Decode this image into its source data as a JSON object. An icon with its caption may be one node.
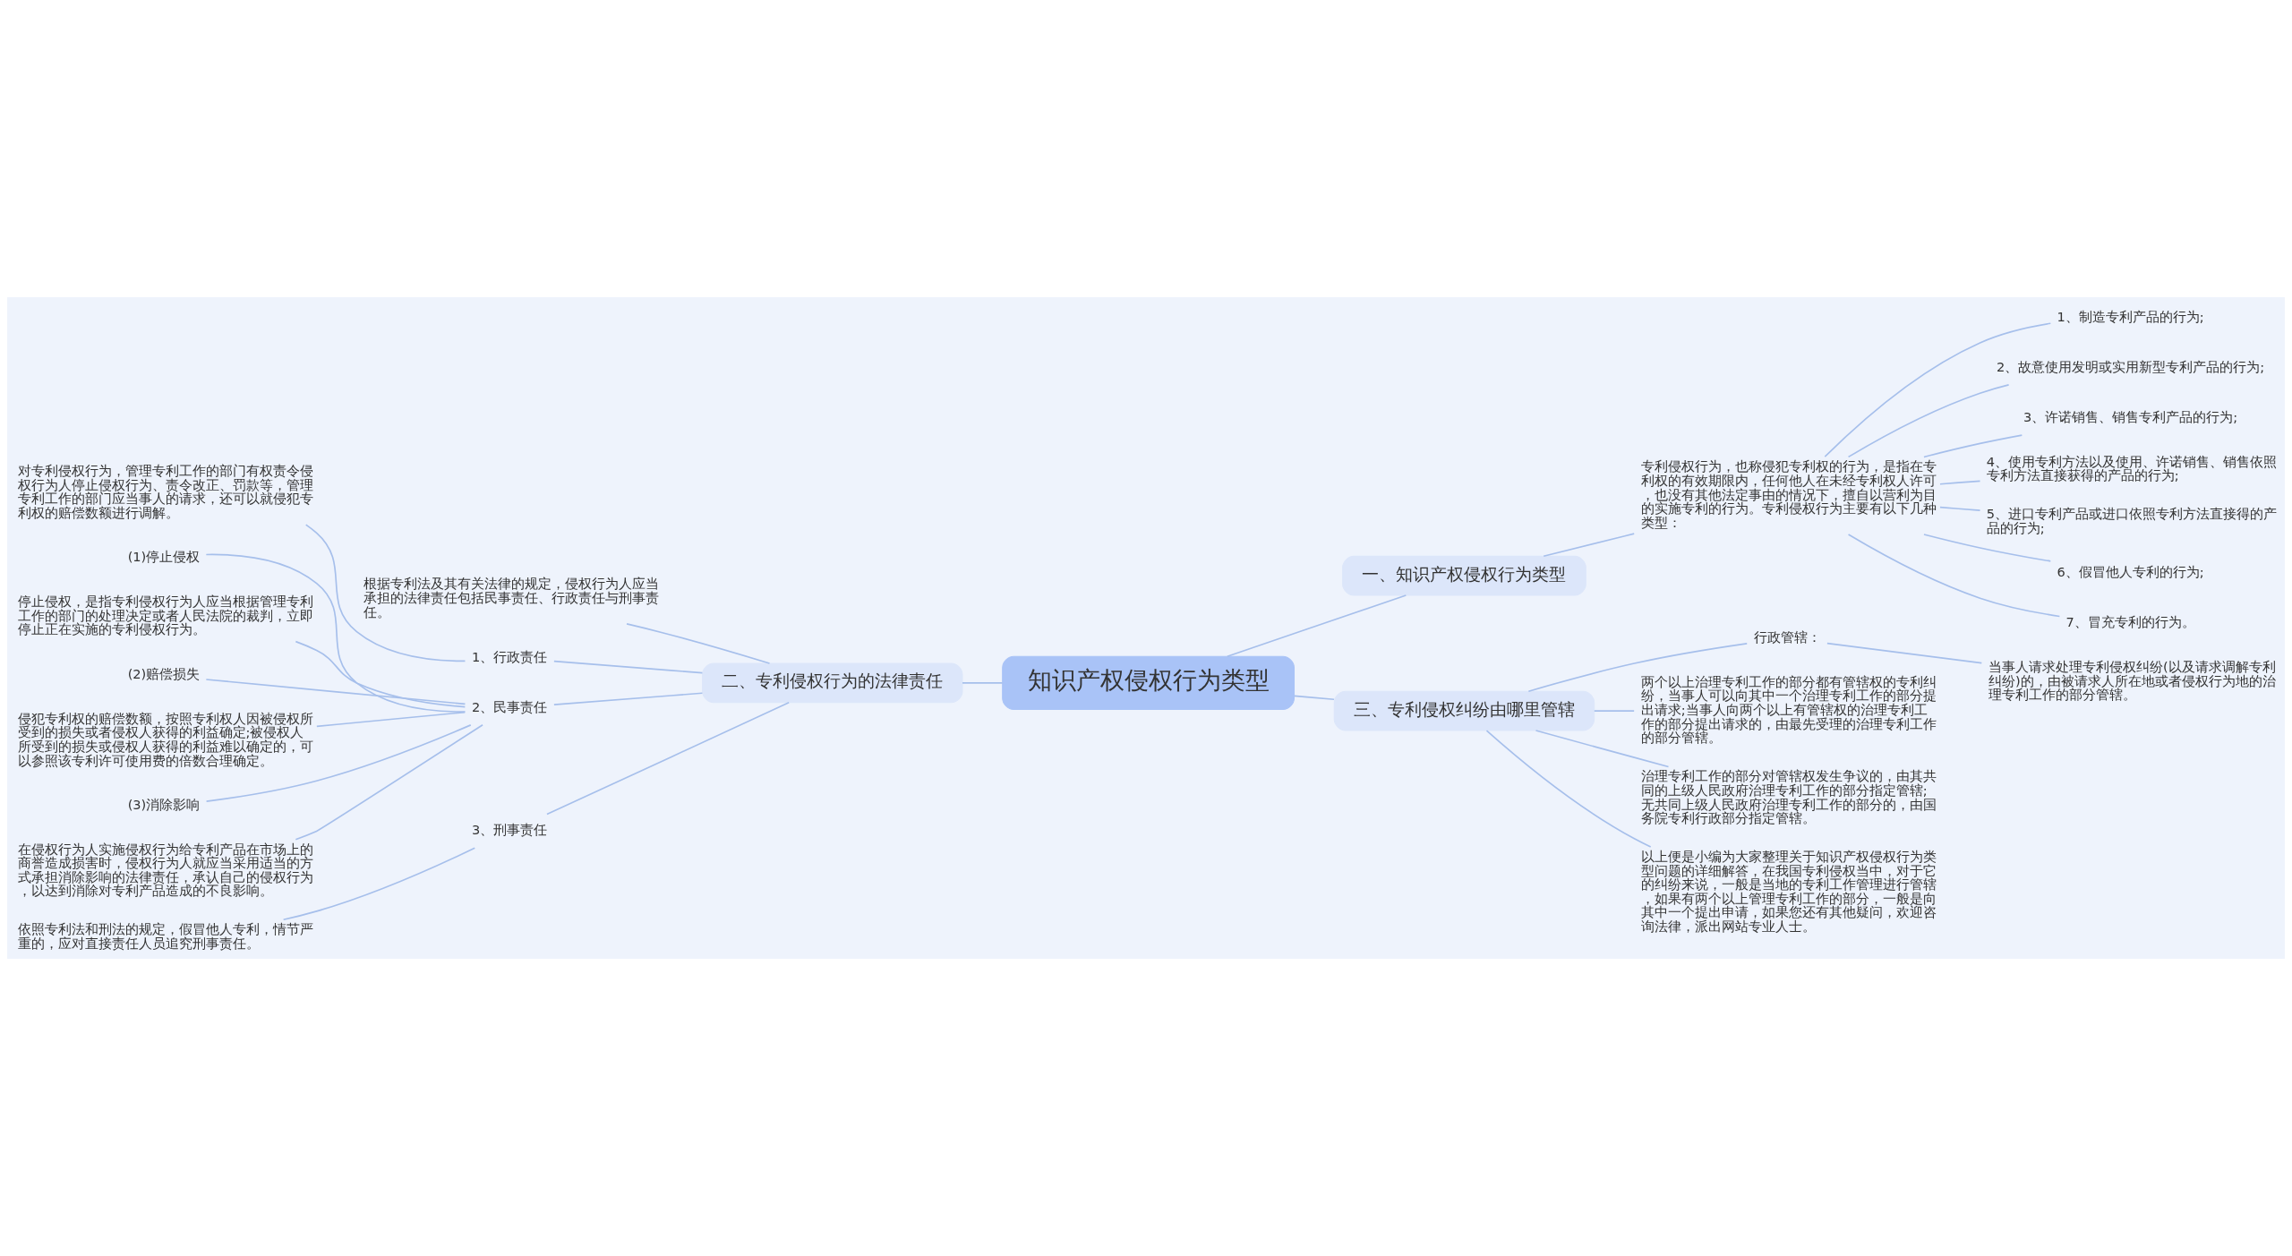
{
  "diagram": {
    "nodes": [
      {
        "text": [
          "知识产权侵权行为类型"
        ]
      },
      {
        "text": [
          "一、知识产权侵权行为类型"
        ]
      },
      {
        "text": [
          "专利侵权行为，也称侵犯专利权的行为，是指在专利权的有效期限内，任何他人在未经专利权人许可，也没有其他法定事由的情况下，擅自以营利为目的实施专利的行为。专利侵权行为主要有以下几种类型："
        ]
      },
      {
        "text": [
          "1、制造专利产品的行为;"
        ]
      },
      {
        "text": [
          "2、故意使用发明或实用新型专利产品的行为;"
        ]
      },
      {
        "text": [
          "3、许诺销售、销售专利产品的行为;"
        ]
      },
      {
        "text": [
          "4、使用专利方法以及使用、许诺销售、销售依照专利方法直接获得的产品的行为;"
        ]
      },
      {
        "text": [
          "5、进口专利产品或进口依照专利方法直接得的产品的行为;"
        ]
      },
      {
        "text": [
          "6、假冒他人专利的行为;"
        ]
      },
      {
        "text": [
          "7、冒充专利的行为。"
        ]
      },
      {
        "text": [
          "二、专利侵权行为的法律责任"
        ]
      },
      {
        "text": [
          "根据专利法及其有关法律的规定，侵权行为人应当承担的法律责任包括民事责任、行政责任与刑事责任。"
        ]
      },
      {
        "text": [
          "1、行政责任"
        ]
      },
      {
        "text": [
          "对专利侵权行为，管理专利工作的部门有权责令侵权行为人停止侵权行为、责令改正、罚款等，管理专利工作的部门应当事人的请求，还可以就侵犯专利权的赔偿数额进行调解。"
        ]
      },
      {
        "text": [
          "2、民事责任"
        ]
      },
      {
        "text": [
          "(1)停止侵权"
        ]
      },
      {
        "text": [
          "停止侵权，是指专利侵权行为人应当根据管理专利工作的部门的处理决定或者人民法院的裁判，立即停止正在实施的专利侵权行为。"
        ]
      },
      {
        "text": [
          "(2)赔偿损失"
        ]
      },
      {
        "text": [
          "侵犯专利权的赔偿数额，按照专利权人因被侵权所受到的损失或者侵权人获得的利益确定;被侵权人所受到的损失或侵权人获得的利益难以确定的，可以参照该专利许可使用费的倍数合理确定。"
        ]
      },
      {
        "text": [
          "(3)消除影响"
        ]
      },
      {
        "text": [
          "在侵权行为人实施侵权行为给专利产品在市场上的商誉造成损害时，侵权行为人就应当采用适当的方式承担消除影响的法律责任，承认自己的侵权行为，以达到消除对专利产品造成的不良影响。"
        ]
      },
      {
        "text": [
          "3、刑事责任"
        ]
      },
      {
        "text": [
          "依照专利法和刑法的规定，假冒他人专利，情节严重的，应对直接责任人员追究刑事责任。"
        ]
      },
      {
        "text": [
          "三、专利侵权纠纷由哪里管辖"
        ]
      },
      {
        "text": [
          "行政管辖："
        ]
      },
      {
        "text": [
          "当事人请求处理专利侵权纠纷(以及请求调解专利纠纷)的，由被请求人所在地或者侵权行为地的治理专利工作的部分管辖。"
        ]
      },
      {
        "text": [
          "两个以上治理专利工作的部分都有管辖权的专利纠纷，当事人可以向其中一个治理专利工作的部分提出请求;当事人向两个以上有管辖权的治理专利工作的部分提出请求的，由最先受理的治理专利工作的部分管辖。"
        ]
      },
      {
        "text": [
          "治理专利工作的部分对管辖权发生争议的，由其共同的上级人民政府治理专利工作的部分指定管辖;无共同上级人民政府治理专利工作的部分的，由国务院专利行政部分指定管辖。"
        ]
      },
      {
        "text": [
          "以上便是小编为大家整理关于知识产权侵权行为类型问题的详细解答，在我国专利侵权当中，对于它的纠纷来说，一般是当地的专利工作管理进行管辖，如果有两个以上管理专利工作的部分，一般是向其中一个提出申请，如果您还有其他疑问，欢迎咨询法律，派出网站专业人士。"
        ]
      }
    ],
    "edges": [
      {
        "from": 0,
        "to": 1,
        "arrow": "none"
      },
      {
        "from": 1,
        "to": 2,
        "arrow": "none"
      },
      {
        "from": 2,
        "to": 3,
        "arrow": "none"
      },
      {
        "from": 2,
        "to": 4,
        "arrow": "none"
      },
      {
        "from": 2,
        "to": 5,
        "arrow": "none"
      },
      {
        "from": 2,
        "to": 6,
        "arrow": "none"
      },
      {
        "from": 2,
        "to": 7,
        "arrow": "none"
      },
      {
        "from": 2,
        "to": 8,
        "arrow": "none"
      },
      {
        "from": 2,
        "to": 9,
        "arrow": "none"
      },
      {
        "from": 0,
        "to": 10,
        "arrow": "none"
      },
      {
        "from": 10,
        "to": 11,
        "arrow": "none"
      },
      {
        "from": 10,
        "to": 12,
        "arrow": "none"
      },
      {
        "from": 12,
        "to": 13,
        "arrow": "none"
      },
      {
        "from": 10,
        "to": 14,
        "arrow": "none"
      },
      {
        "from": 14,
        "to": 15,
        "arrow": "none"
      },
      {
        "from": 14,
        "to": 16,
        "arrow": "none"
      },
      {
        "from": 14,
        "to": 17,
        "arrow": "none"
      },
      {
        "from": 14,
        "to": 18,
        "arrow": "none"
      },
      {
        "from": 14,
        "to": 19,
        "arrow": "none"
      },
      {
        "from": 14,
        "to": 20,
        "arrow": "none"
      },
      {
        "from": 10,
        "to": 21,
        "arrow": "none"
      },
      {
        "from": 21,
        "to": 22,
        "arrow": "none"
      },
      {
        "from": 0,
        "to": 23,
        "arrow": "none"
      },
      {
        "from": 23,
        "to": 24,
        "arrow": "none"
      },
      {
        "from": 24,
        "to": 25,
        "arrow": "none"
      },
      {
        "from": 23,
        "to": 26,
        "arrow": "none"
      },
      {
        "from": 23,
        "to": 27,
        "arrow": "none"
      },
      {
        "from": 23,
        "to": 28,
        "arrow": "none"
      }
    ]
  }
}
